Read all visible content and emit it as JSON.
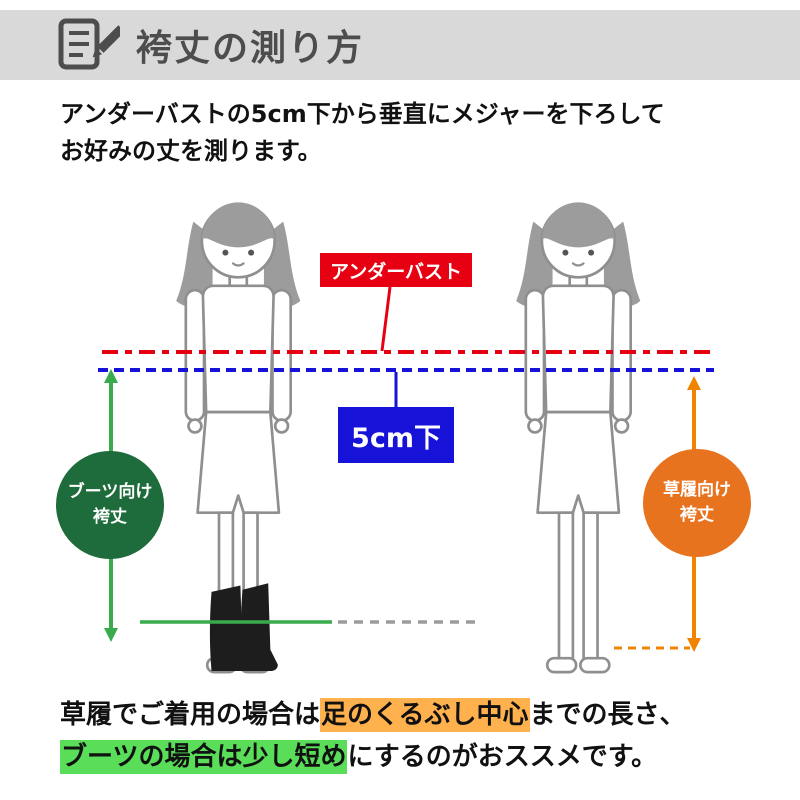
{
  "header": {
    "title": "袴丈の測り方",
    "icon": "memo-pencil-icon"
  },
  "intro": {
    "line1": "アンダーバストの5cm下から垂直にメジャーを下ろして",
    "line2": "お好みの丈を測ります。"
  },
  "diagram": {
    "underbust_label": "アンダーバスト",
    "below_5cm_label": "5cm下",
    "boots_badge": {
      "line1": "ブーツ向け",
      "line2": "袴丈"
    },
    "zori_badge": {
      "line1": "草履向け",
      "line2": "袴丈"
    }
  },
  "footer": {
    "line1_pre": "草履でご着用の場合は",
    "line1_highlight": "足のくるぶし中心",
    "line1_post": "までの長さ、",
    "line2_highlight": "ブーツの場合は少し短め",
    "line2_post": "にするのがおススメです。"
  },
  "colors": {
    "header_bg": "#d9d9d9",
    "title_text": "#4d4d4d",
    "underbust_red": "#e60012",
    "below_blue": "#1712d8",
    "boots_green_badge": "#1e6b3b",
    "boots_green_arrow": "#3aab4c",
    "zori_orange_badge": "#e8731f",
    "zori_orange_arrow": "#f08300",
    "highlight_orange": "#ffb14d",
    "highlight_green": "#5ade5a"
  }
}
